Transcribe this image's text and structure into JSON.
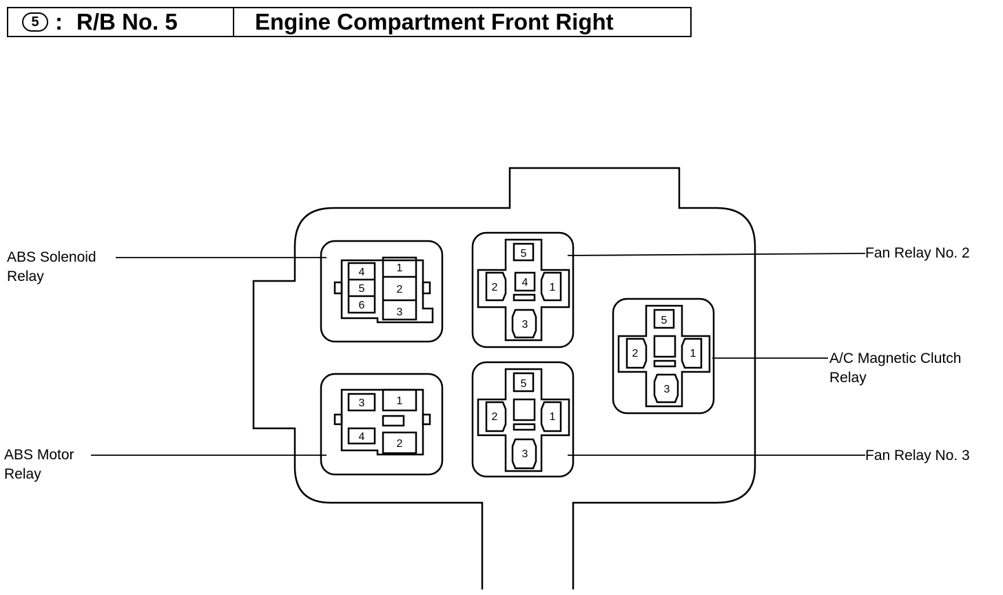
{
  "header": {
    "connector_number": "5",
    "separator": ":",
    "code": "R/B No. 5",
    "location": "Engine Compartment Front Right"
  },
  "labels": {
    "abs_solenoid": [
      "ABS Solenoid",
      "Relay"
    ],
    "abs_motor": [
      "ABS Motor",
      "Relay"
    ],
    "fan2": "Fan Relay No. 2",
    "fan3": "Fan Relay No. 3",
    "ac_clutch": [
      "A/C Magnetic Clutch",
      "Relay"
    ]
  },
  "pins": {
    "abs_solenoid": [
      "4",
      "5",
      "6",
      "1",
      "2",
      "3"
    ],
    "abs_motor": [
      "3",
      "4",
      "1",
      "2"
    ],
    "fan2": [
      "5",
      "2",
      "4",
      "1",
      "3"
    ],
    "fan3": [
      "5",
      "2",
      "1",
      "3"
    ],
    "ac_clutch": [
      "5",
      "2",
      "1",
      "3"
    ]
  }
}
